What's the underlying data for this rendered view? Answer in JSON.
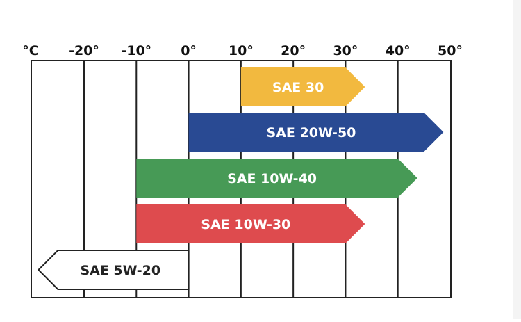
{
  "chart_data": {
    "type": "bar",
    "unit_label": "°C",
    "x_ticks": [
      {
        "value": -20,
        "label": "-20°"
      },
      {
        "value": -10,
        "label": "-10°"
      },
      {
        "value": 0,
        "label": "0°"
      },
      {
        "value": 10,
        "label": "10°"
      },
      {
        "value": 20,
        "label": "20°"
      },
      {
        "value": 30,
        "label": "30°"
      },
      {
        "value": 40,
        "label": "40°"
      },
      {
        "value": 50,
        "label": "50°"
      }
    ],
    "xlim": [
      -30,
      50
    ],
    "grid": true,
    "series": [
      {
        "name": "SAE 30",
        "start": 10,
        "end": 30,
        "direction": "right",
        "open_end": true,
        "color": "#F2B93F",
        "text_color": "#ffffff"
      },
      {
        "name": "SAE 20W-50",
        "start": 0,
        "end": 45,
        "direction": "right",
        "open_end": true,
        "color": "#294A93",
        "text_color": "#ffffff"
      },
      {
        "name": "SAE 10W-40",
        "start": -10,
        "end": 40,
        "direction": "right",
        "open_end": true,
        "color": "#479A56",
        "text_color": "#ffffff"
      },
      {
        "name": "SAE 10W-30",
        "start": -10,
        "end": 30,
        "direction": "right",
        "open_end": true,
        "color": "#DE4B4E",
        "text_color": "#ffffff"
      },
      {
        "name": "SAE 5W-20",
        "start": -25,
        "end": 0,
        "direction": "left",
        "open_end": true,
        "color": "#ffffff",
        "outline": "#222222",
        "text_color": "#222222"
      }
    ]
  }
}
